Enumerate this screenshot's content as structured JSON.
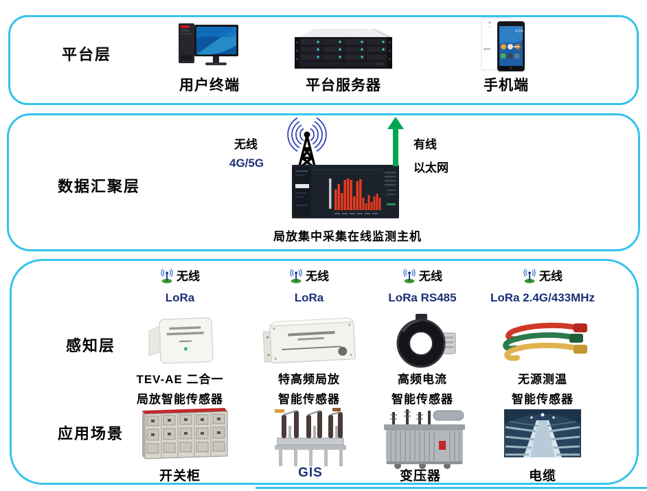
{
  "colors": {
    "box_border": "#35c3ec",
    "accent_navy": "#1d3076",
    "arrow_green": "#00a651",
    "chart_red": "#e8391f"
  },
  "platform": {
    "label": "平台层",
    "items": [
      {
        "label": "用户终端"
      },
      {
        "label": "平台服务器"
      },
      {
        "label": "手机端"
      }
    ]
  },
  "aggregation": {
    "label": "数据汇聚层",
    "wireless_label": "无线",
    "wireless_sub": "4G/5G",
    "wired_label": "有线",
    "wired_sub": "以太网",
    "host_label": "局放集中采集在线监测主机"
  },
  "perception": {
    "label": "感知层",
    "columns": [
      {
        "wireless": "无线",
        "protocol": "LoRa",
        "line1": "TEV-AE 二合一",
        "line2": "局放智能传感器"
      },
      {
        "wireless": "无线",
        "protocol": "LoRa",
        "line1": "特高频局放",
        "line2": "智能传感器"
      },
      {
        "wireless": "无线",
        "protocol": "LoRa RS485",
        "line1": "高频电流",
        "line2": "智能传感器"
      },
      {
        "wireless": "无线",
        "protocol": "LoRa 2.4G/433MHz",
        "line1": "无源测温",
        "line2": "智能传感器"
      }
    ]
  },
  "application": {
    "label": "应用场景",
    "scenes": [
      {
        "label": "开关柜"
      },
      {
        "label": "GIS"
      },
      {
        "label": "变压器"
      },
      {
        "label": "电缆"
      }
    ]
  }
}
